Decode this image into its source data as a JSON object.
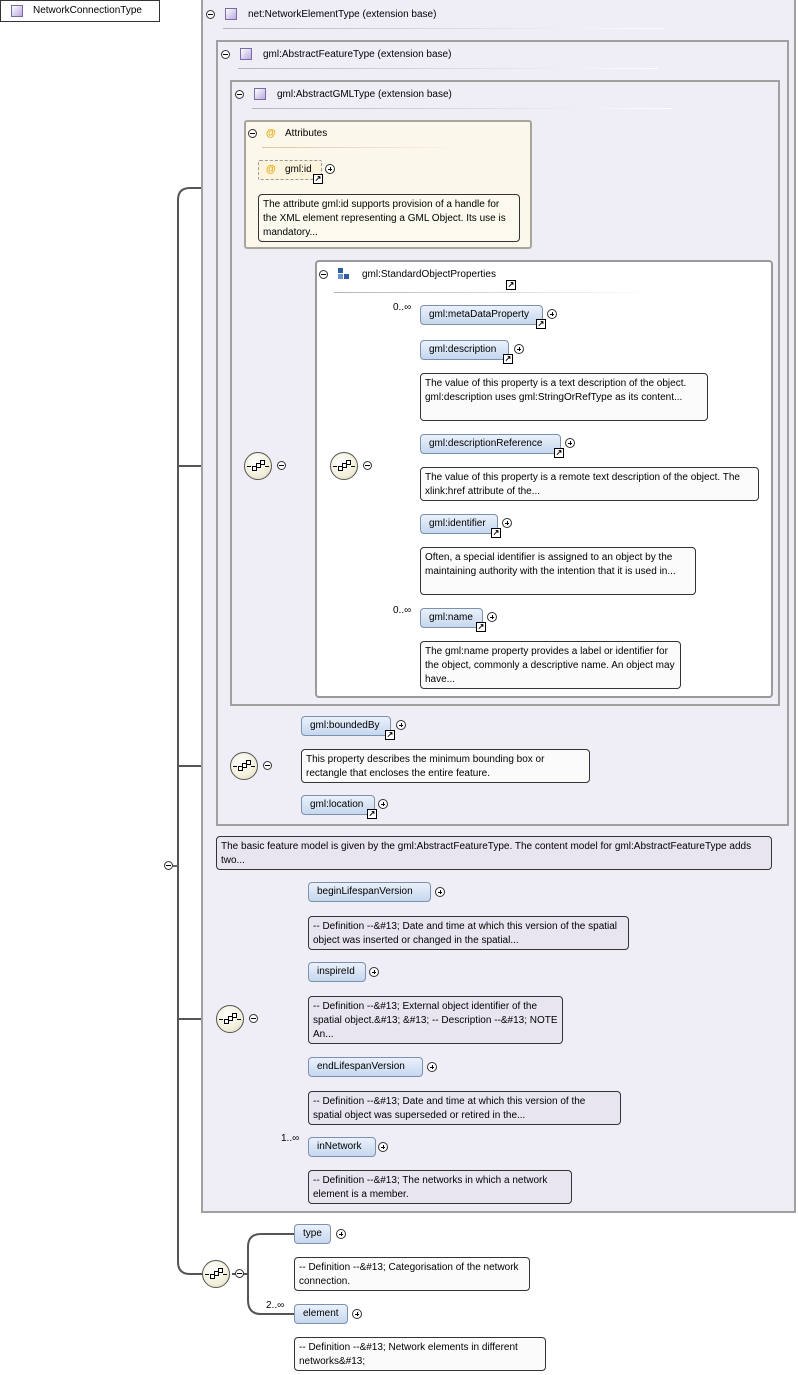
{
  "root": {
    "label": "NetworkConnectionType"
  },
  "net_extension": {
    "label": "net:NetworkElementType (extension base)"
  },
  "feature_extension": {
    "label": "gml:AbstractFeatureType (extension base)"
  },
  "gml_extension": {
    "label": "gml:AbstractGMLType (extension base)"
  },
  "attributes": {
    "label": "Attributes",
    "at_symbol": "@",
    "id_label": "gml:id",
    "id_doc": "The attribute gml:id supports provision of a handle for the XML element representing a GML Object. Its use is mandatory..."
  },
  "standard_object_properties": {
    "label": "gml:StandardObjectProperties",
    "items": [
      {
        "label": "gml:metaDataProperty",
        "occurs": "0..∞",
        "doc": ""
      },
      {
        "label": "gml:description",
        "occurs": "",
        "doc": "The value of this property is a text description of the object. gml:description uses gml:StringOrRefType as its content..."
      },
      {
        "label": "gml:descriptionReference",
        "occurs": "",
        "doc": "The value of this property is a remote text description of the object. The xlink:href attribute of the..."
      },
      {
        "label": "gml:identifier",
        "occurs": "",
        "doc": "Often, a special identifier is assigned to an object by the maintaining authority with the intention that it is used in..."
      },
      {
        "label": "gml:name",
        "occurs": "0..∞",
        "doc": "The gml:name property provides a label or identifier for the object, commonly a descriptive name. An object may have..."
      }
    ]
  },
  "feature_props": {
    "items": [
      {
        "label": "gml:boundedBy",
        "doc": "This property describes the minimum bounding box or rectangle that encloses the entire feature."
      },
      {
        "label": "gml:location",
        "doc": ""
      }
    ]
  },
  "feature_doc": "The basic feature model is given by the gml:AbstractFeatureType. The content model for gml:AbstractFeatureType adds two...",
  "network_element_props": {
    "items": [
      {
        "label": "beginLifespanVersion",
        "occurs": "",
        "doc": "-- Definition --&#13; Date and time at which this version of the spatial object was inserted or changed in the spatial..."
      },
      {
        "label": "inspireId",
        "occurs": "",
        "doc": "-- Definition --&#13; External object identifier of the spatial object.&#13; &#13; -- Description --&#13; NOTE An..."
      },
      {
        "label": "endLifespanVersion",
        "occurs": "",
        "doc": "-- Definition --&#13; Date and time at which this version of the spatial object was superseded or retired in the..."
      },
      {
        "label": "inNetwork",
        "occurs": "1..∞",
        "doc": "-- Definition --&#13; The networks in which a network element is a member."
      }
    ]
  },
  "connection_props": {
    "items": [
      {
        "label": "type",
        "occurs": "",
        "doc": "-- Definition --&#13; Categorisation of the network connection."
      },
      {
        "label": "element",
        "occurs": "2..∞",
        "doc": "-- Definition --&#13; Network elements in different networks&#13;"
      }
    ]
  },
  "icons": {
    "expand": "plus-icon",
    "collapse": "minus-icon",
    "reference": "reference-arrow-icon",
    "sequence": "sequence-compositor-icon",
    "complex_type": "complex-type-icon",
    "group": "group-icon"
  },
  "colors": {
    "extension_fill": "#efeef7",
    "element_fill": "#c6d7ee",
    "attributes_fill": "#fbf7ea",
    "annotation_purple": "#e8e5f1"
  }
}
